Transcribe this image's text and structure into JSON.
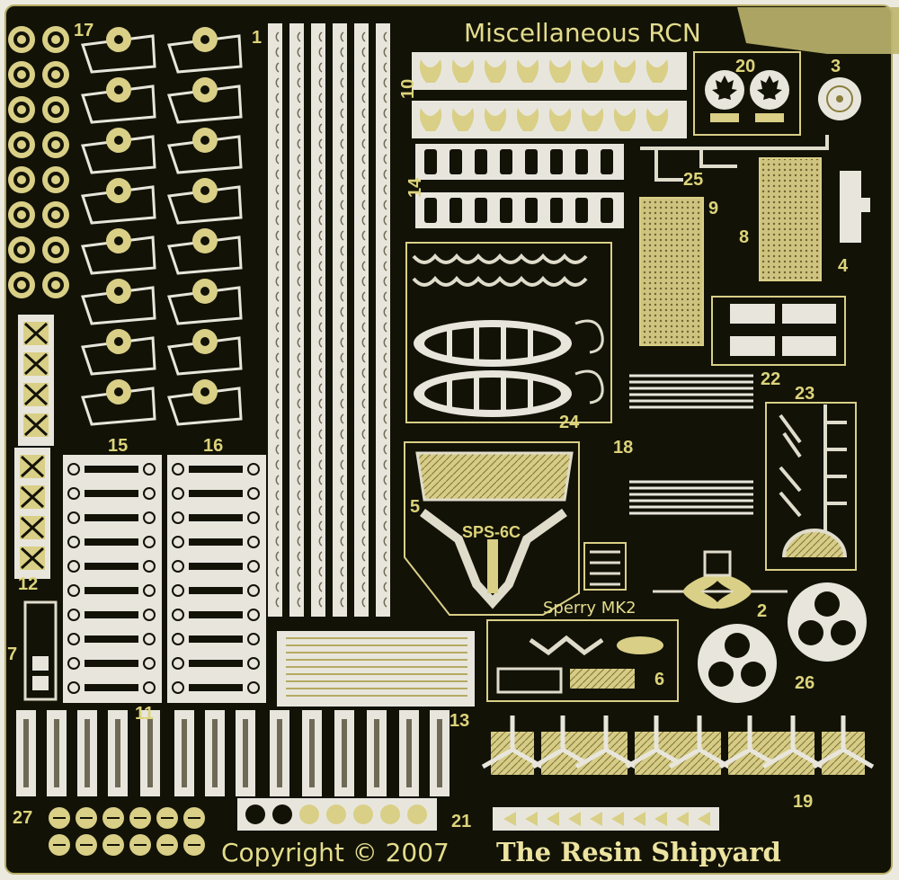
{
  "fret": {
    "title": "Miscellaneous RCN",
    "copyright": "Copyright © 2007",
    "maker": "The Resin Shipyard",
    "part_numbers": [
      "1",
      "2",
      "3",
      "4",
      "5",
      "6",
      "7",
      "8",
      "9",
      "10",
      "11",
      "12",
      "13",
      "14",
      "15",
      "16",
      "17",
      "18",
      "19",
      "20",
      "21",
      "22",
      "23",
      "24",
      "25",
      "26",
      "27"
    ],
    "part_labels": {
      "sps": "SPS-6C",
      "sperry": "Sperry MK2"
    },
    "colors": {
      "brass": "#d9cf86",
      "brass_dark": "#a89a4d",
      "fret_black": "#121207",
      "tape": "#bdb56e",
      "silver": "#e8e6dc"
    }
  }
}
